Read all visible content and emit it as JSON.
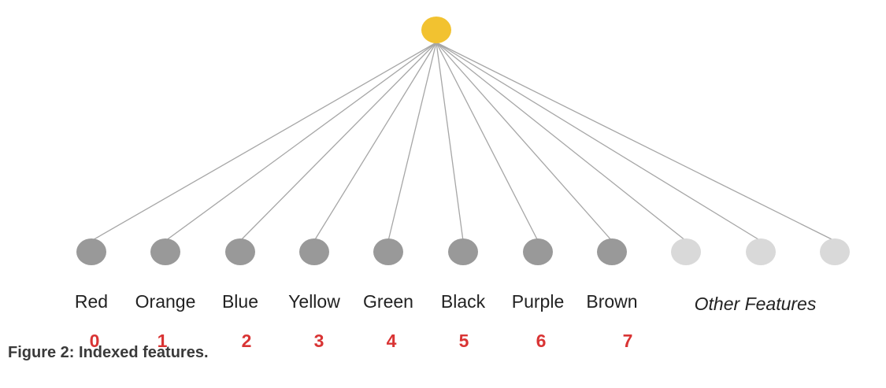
{
  "features": [
    {
      "label": "Red",
      "index": "0"
    },
    {
      "label": "Orange",
      "index": "1"
    },
    {
      "label": "Blue",
      "index": "2"
    },
    {
      "label": "Yellow",
      "index": "3"
    },
    {
      "label": "Green",
      "index": "4"
    },
    {
      "label": "Black",
      "index": "5"
    },
    {
      "label": "Purple",
      "index": "6"
    },
    {
      "label": "Brown",
      "index": "7"
    }
  ],
  "other_features": {
    "label": "Other Features",
    "count": 3
  },
  "caption": "Figure 2: Indexed features.",
  "colors": {
    "root_node": "#f2c230",
    "indexed_node": "#999999",
    "other_node": "#d9d9d9",
    "edge": "#a6a6a6",
    "index_text": "#d93434"
  }
}
